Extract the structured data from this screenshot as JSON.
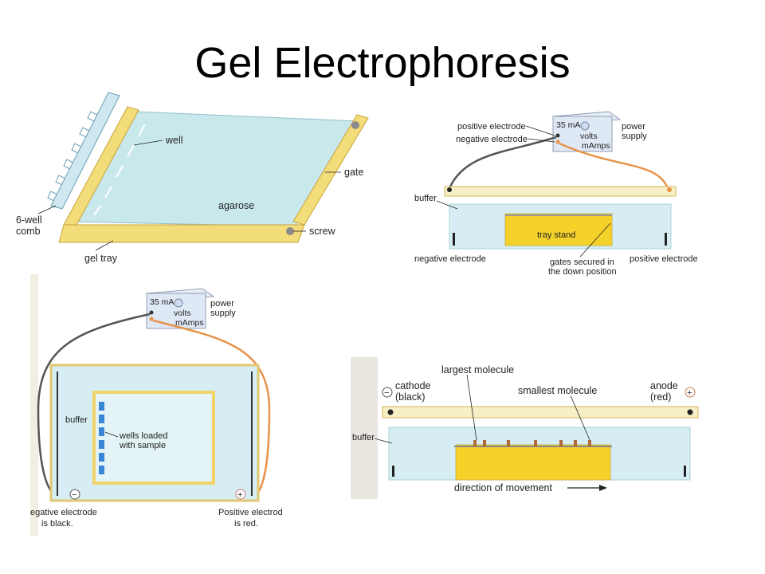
{
  "slide": {
    "title": "Gel Electrophoresis"
  },
  "panel_tray": {
    "labels": {
      "comb": [
        "6-well",
        "comb"
      ],
      "well": "well",
      "gate": "gate",
      "agarose": "agarose",
      "screw": "screw",
      "gel_tray": "gel tray"
    }
  },
  "panel_side": {
    "labels": {
      "positive_electrode": "positive electrode",
      "negative_electrode": "negative electrode",
      "power_supply": [
        "power",
        "supply"
      ],
      "mA": "35 mA",
      "volts": "volts",
      "mAmps": "mAmps",
      "buffer": "buffer",
      "tray_stand": "tray stand",
      "neg_bottom": "negative electrode",
      "gates": [
        "gates secured in",
        "the down position"
      ],
      "pos_bottom": "positive electrode"
    }
  },
  "panel_top": {
    "labels": {
      "mA": "35 mA",
      "volts": "volts",
      "mAmps": "mAmps",
      "power_supply": [
        "power",
        "supply"
      ],
      "buffer": "buffer",
      "wells_loaded": [
        "wells loaded",
        "with sample"
      ],
      "neg_note": [
        "egative electrode",
        "is black."
      ],
      "pos_note": [
        "Positive electrod",
        "is red."
      ]
    }
  },
  "panel_run": {
    "labels": {
      "largest": "largest molecule",
      "smallest": "smallest molecule",
      "cathode": [
        "cathode",
        "(black)"
      ],
      "anode": [
        "anode",
        "(red)"
      ],
      "buffer": "buffer",
      "direction": "direction of movement"
    }
  },
  "colors": {
    "agarose": "#c9e8ec",
    "tray": "#f3dc7a",
    "tray_edge": "#c9a53a",
    "gel_yellow": "#f5d22a",
    "buffer": "#d6eef3",
    "wire_gray": "#555555",
    "wire_orange": "#e8934a",
    "well_blue": "#3a86d6"
  }
}
